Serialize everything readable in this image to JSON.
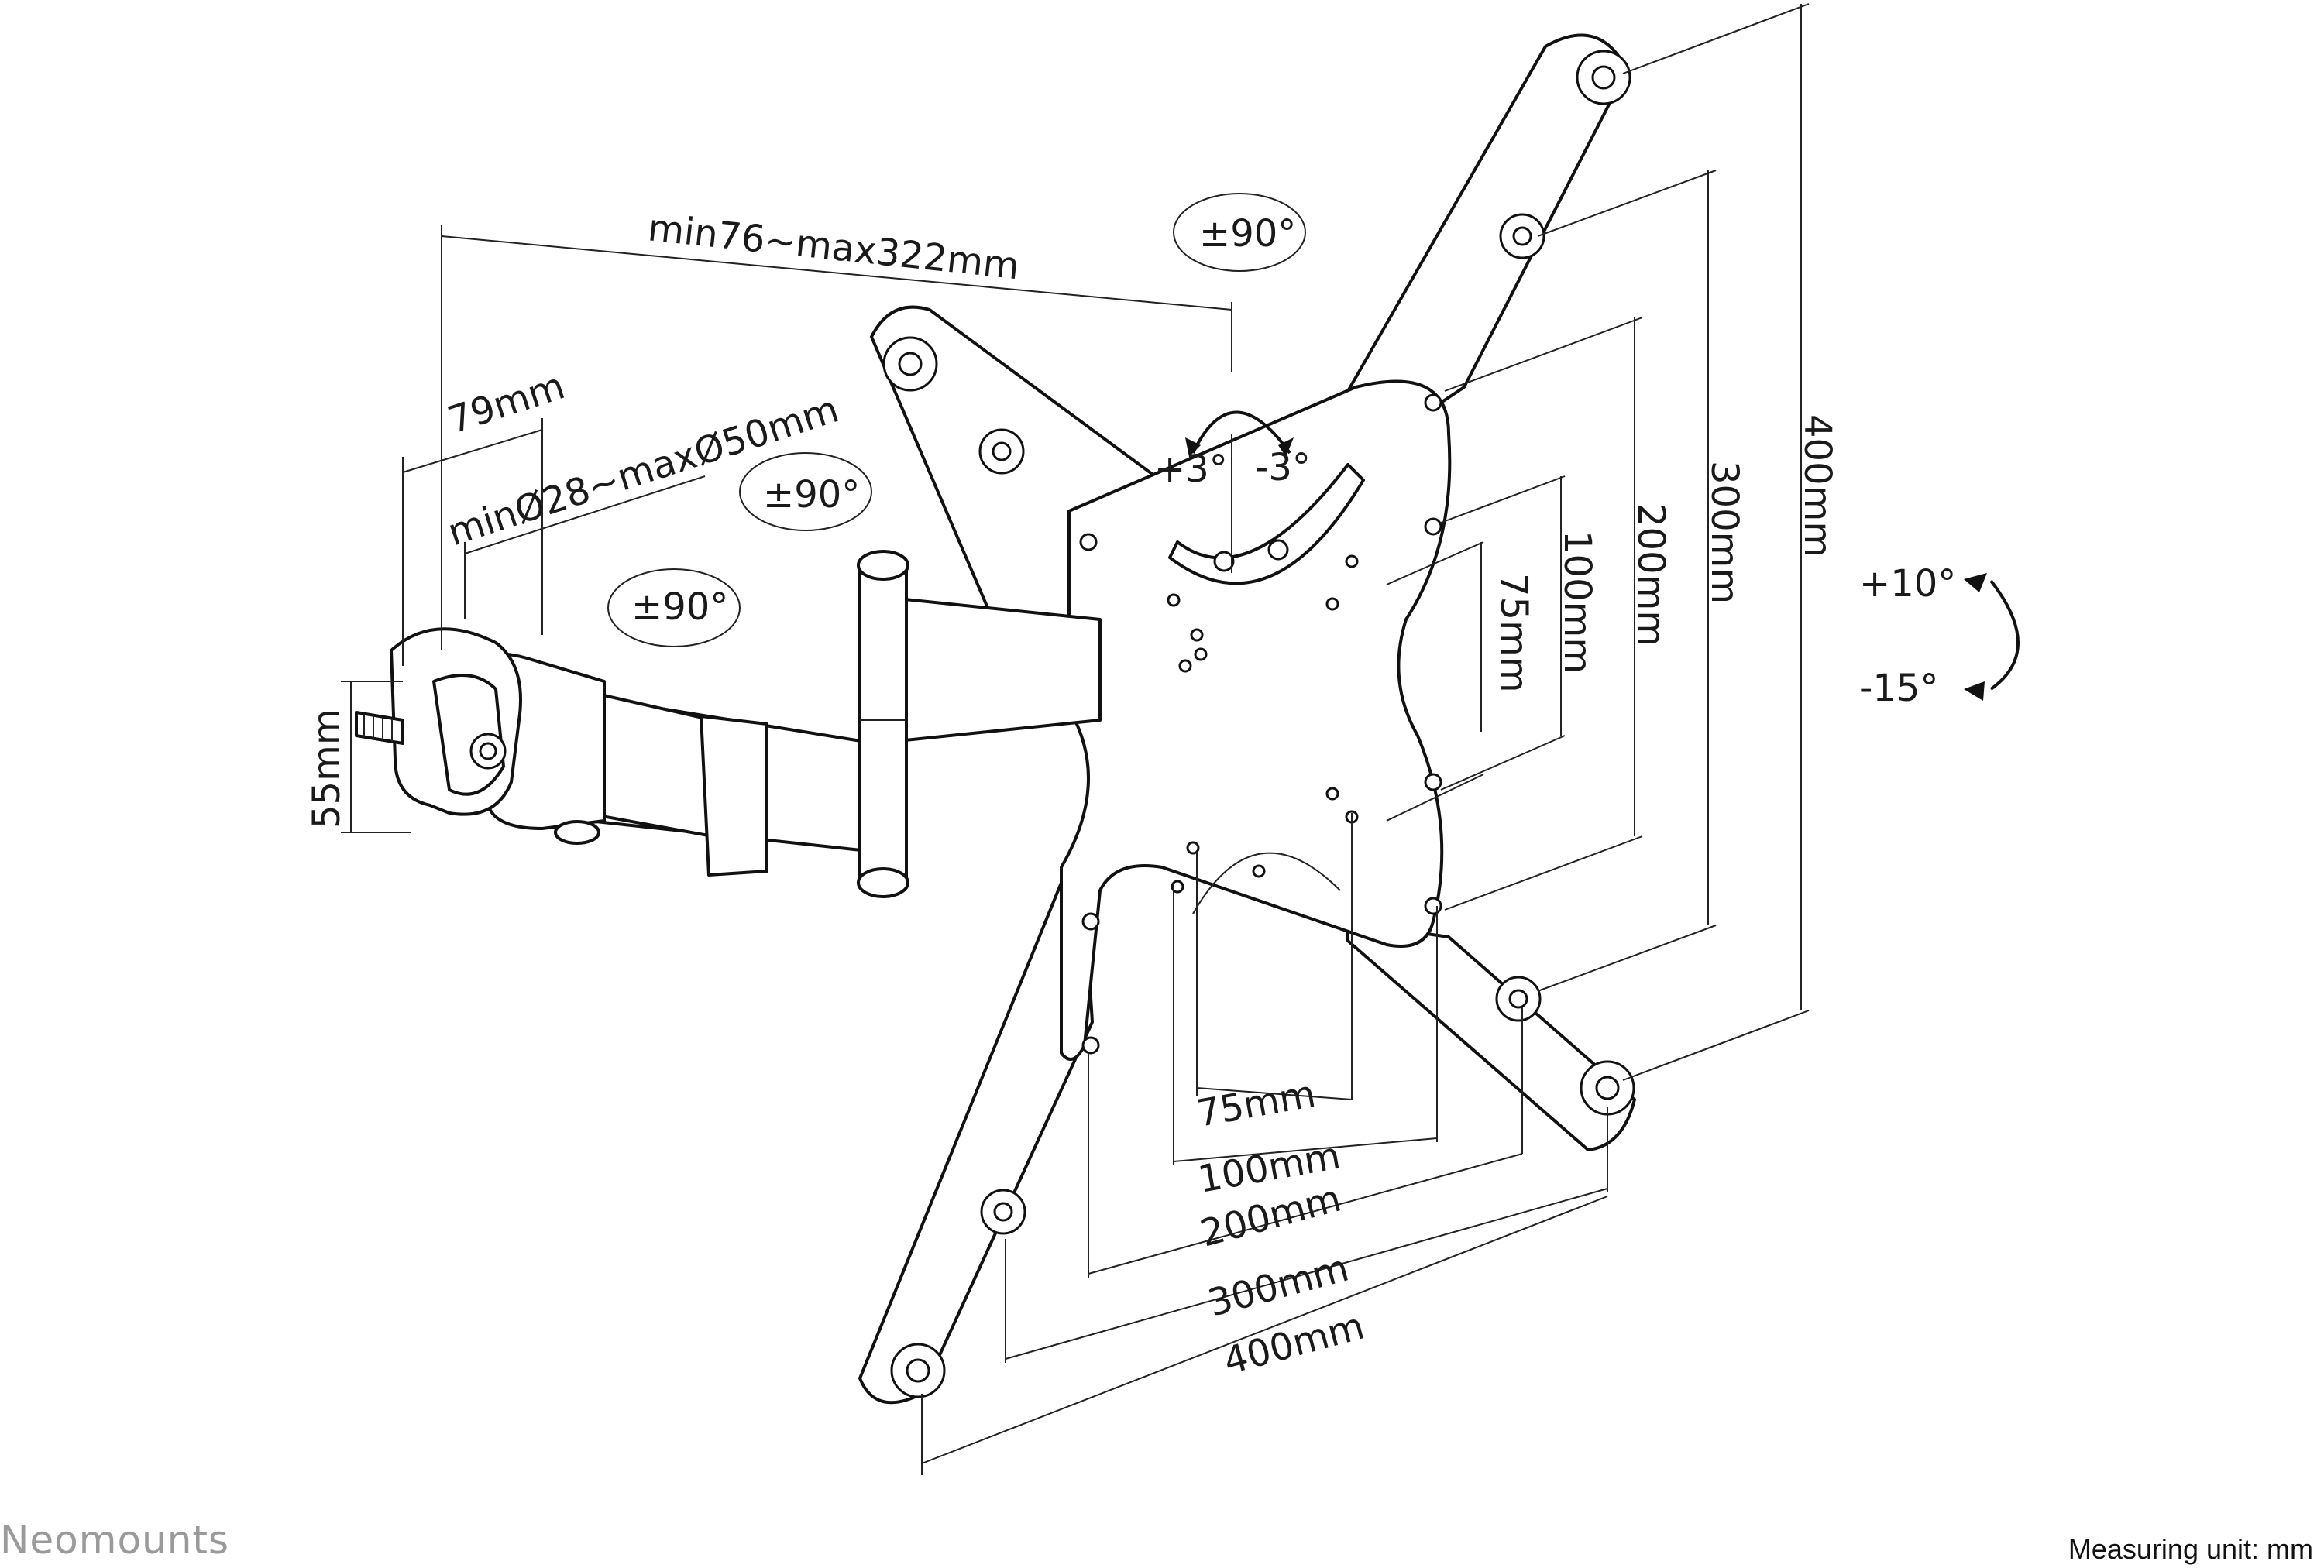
{
  "brand": "Neomounts",
  "measuring_unit": "Measuring unit: mm",
  "dimensions": {
    "arm_extension": "min76~max322mm",
    "clamp_width": "79mm",
    "pole_diameter": "minØ28~maxØ50mm",
    "clamp_height": "55mm",
    "rotate_top": "±90°",
    "swivel_arm_1": "±90°",
    "swivel_arm_2": "±90°",
    "roll_left": "+3°",
    "roll_right": "-3°",
    "tilt_up": "+10°",
    "tilt_down": "-15°",
    "vesa_v_75": "75mm",
    "vesa_v_100": "100mm",
    "vesa_v_200": "200mm",
    "vesa_v_300": "300mm",
    "vesa_v_400": "400mm",
    "vesa_h_75": "75mm",
    "vesa_h_100": "100mm",
    "vesa_h_200": "200mm",
    "vesa_h_300": "300mm",
    "vesa_h_400": "400mm"
  }
}
